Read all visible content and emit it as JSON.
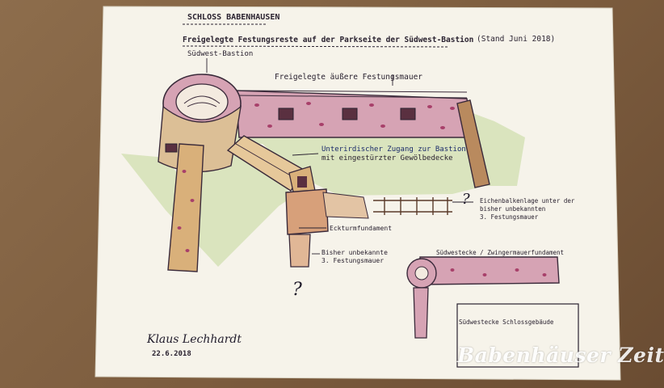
{
  "sketch": {
    "heading": "SCHLOSS BABENHAUSEN",
    "subheading": "Freigelegte Festungsreste auf der Parkseite der Südwest-Bastion",
    "stand": "(Stand Juni 2018)",
    "labels": {
      "bastion": "Südwest-Bastion",
      "outer_wall": "Freigelegte äußere Festungsmauer",
      "passage_1": "Unterirdischer Zugang zur Bastion",
      "passage_2": "mit eingestürzter Gewölbedecke",
      "oak_1": "Eichenbalkenlage unter der",
      "oak_2": "bisher unbekannten",
      "oak_3": "3. Festungsmauer",
      "corner_foundation": "Eckturmfundament",
      "unknown_1": "Bisher unbekannte",
      "unknown_2": "3. Festungsmauer",
      "southwest_corner": "Südwestecke / Zwingermauerfundament",
      "building": "Südwestecke Schlossgebäude",
      "question_1": "?",
      "question_2": "?"
    },
    "signature": {
      "name": "Klaus Lechhardt",
      "date": "22.6.2018"
    }
  },
  "watermark": "Babenhäuser Zeitung",
  "colors": {
    "background": "#7c5c3e",
    "paper": "#f6f3ea",
    "wall_pink": "#c9849b",
    "wall_ochre": "#d9b07a",
    "ink": "#2a2230",
    "grass": "#9cbf6a"
  }
}
